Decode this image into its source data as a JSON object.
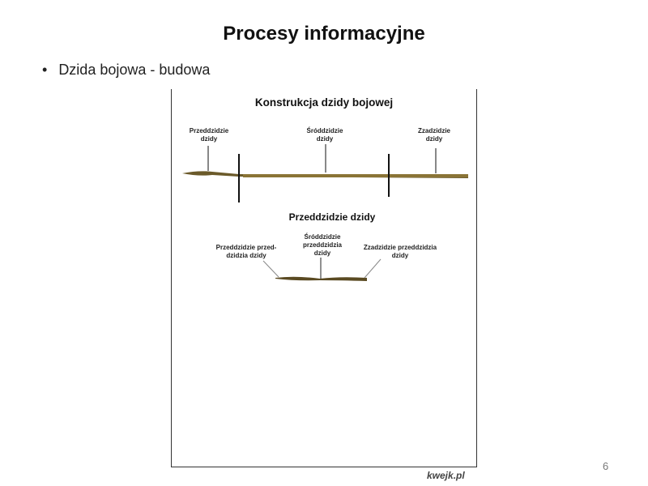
{
  "slide": {
    "title": "Procesy informacyjne",
    "bullet": "Dzida bojowa - budowa",
    "page_number": "6"
  },
  "image": {
    "title": "Konstrukcja dzidy bojowej",
    "labels": {
      "front": "Przeddzidzie dzidy",
      "middle": "Śróddzidzie dzidy",
      "rear": "Zzadzidzie dzidy"
    },
    "subtitle": "Przeddzidzie dzidy",
    "sub_labels": {
      "front": "Przeddzidzie przed-dzidzia dzidy",
      "middle": "Śróddzidzie przeddzidzia dzidy",
      "rear": "Zzadzidzie przeddzidzia dzidy"
    },
    "watermark": "kwejk.pl"
  }
}
